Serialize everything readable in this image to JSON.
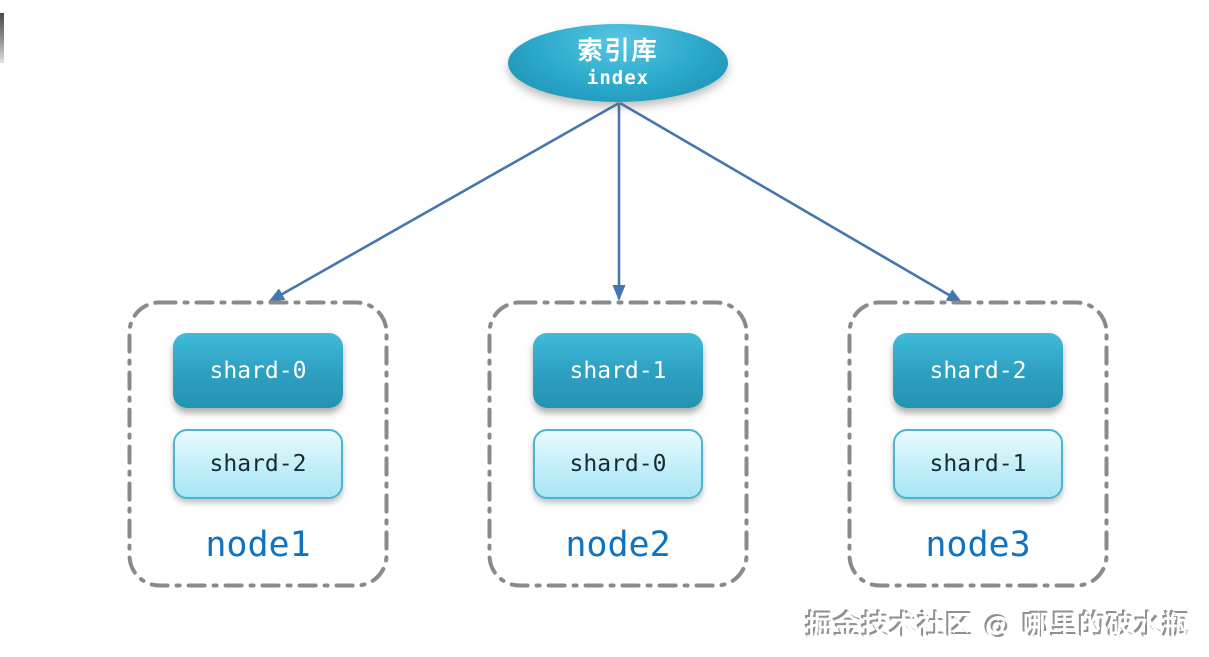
{
  "diagram": {
    "root": {
      "title_cn": "索引库",
      "title_en": "index"
    },
    "nodes": [
      {
        "label": "node1",
        "primary_shard": "shard-0",
        "replica_shard": "shard-2"
      },
      {
        "label": "node2",
        "primary_shard": "shard-1",
        "replica_shard": "shard-0"
      },
      {
        "label": "node3",
        "primary_shard": "shard-2",
        "replica_shard": "shard-1"
      }
    ],
    "watermark": "掘金技术社区 @ 哪里的破水瓶",
    "colors": {
      "root_fill": "#2aa7c9",
      "primary_shard_fill": "#2d9fc0",
      "replica_shard_fill": "#bdeef9",
      "replica_shard_border": "#4ab4d1",
      "node_border": "#8a8a8a",
      "node_label": "#1173bf",
      "arrow": "#4576ad"
    }
  }
}
